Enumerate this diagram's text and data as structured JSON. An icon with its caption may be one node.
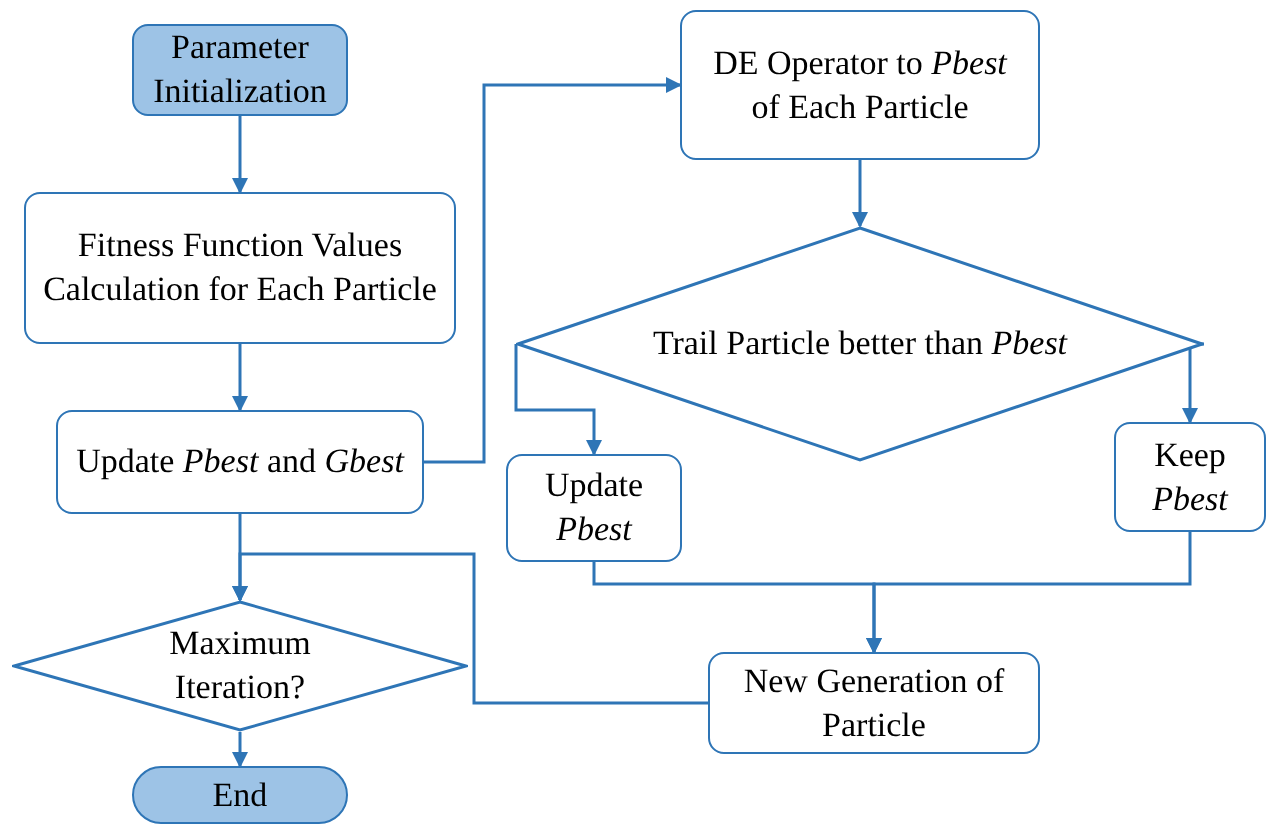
{
  "diagram": {
    "nodes": [
      {
        "text": [
          "Parameter Initialization"
        ]
      },
      {
        "text": [
          "Fitness Function Values Calculation for Each Particle"
        ]
      },
      {
        "text": [
          "Update *Pbest* and *Gbest*"
        ]
      },
      {
        "text": [
          "Maximum Iteration?"
        ]
      },
      {
        "text": [
          "End"
        ]
      },
      {
        "text": [
          "DE Operator to *Pbest* of Each Particle"
        ]
      },
      {
        "text": [
          "Trail Particle better than *Pbest*"
        ]
      },
      {
        "text": [
          "Update *Pbest*"
        ]
      },
      {
        "text": [
          "Keep *Pbest*"
        ]
      },
      {
        "text": [
          "New Generation of Particle"
        ]
      }
    ],
    "edges": [
      {
        "from": 0,
        "to": 1,
        "arrow": "to"
      },
      {
        "from": 1,
        "to": 2,
        "arrow": "to"
      },
      {
        "from": 2,
        "to": 5,
        "arrow": "to"
      },
      {
        "from": 5,
        "to": 6,
        "arrow": "to"
      },
      {
        "from": 6,
        "to": 7,
        "arrow": "to"
      },
      {
        "from": 6,
        "to": 8,
        "arrow": "to"
      },
      {
        "from": 7,
        "to": 9,
        "arrow": "to"
      },
      {
        "from": 8,
        "to": 9,
        "arrow": "to"
      },
      {
        "from": 2,
        "to": 3,
        "arrow": "to"
      },
      {
        "from": 9,
        "to": 3,
        "arrow": "to"
      },
      {
        "from": 3,
        "to": 4,
        "arrow": "to"
      }
    ]
  }
}
